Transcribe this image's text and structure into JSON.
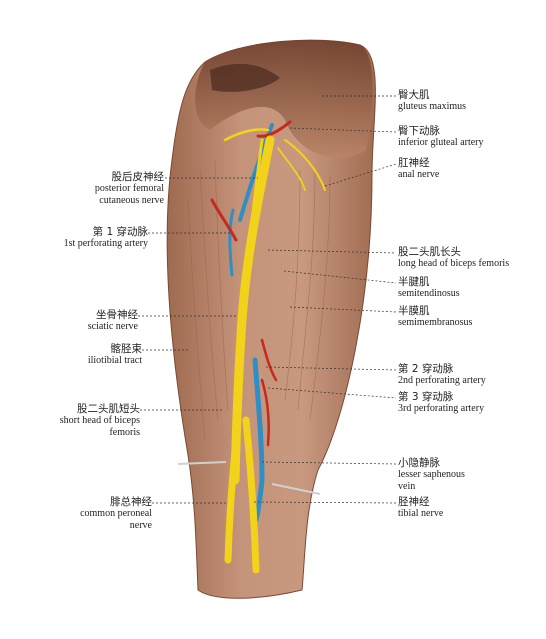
{
  "labels": {
    "gluteus_maximus": {
      "zh": "臀大肌",
      "en": "gluteus maximus"
    },
    "inferior_gluteal_artery": {
      "zh": "臀下动脉",
      "en": "inferior gluteal artery"
    },
    "anal_nerve": {
      "zh": "肛神经",
      "en": "anal nerve"
    },
    "posterior_femoral_cutaneous_nerve": {
      "zh": "股后皮神经",
      "en1": "posterior femoral",
      "en2": "cutaneous nerve"
    },
    "first_perforating_artery": {
      "zh": "第 1 穿动脉",
      "en": "1st perforating artery"
    },
    "long_head_biceps": {
      "zh": "股二头肌长头",
      "en": "long head of biceps femoris"
    },
    "semitendinosus": {
      "zh": "半腱肌",
      "en": "semitendinosus"
    },
    "semimembranosus": {
      "zh": "半膜肌",
      "en": "semimembranosus"
    },
    "sciatic_nerve": {
      "zh": "坐骨神经",
      "en": "sciatic nerve"
    },
    "iliotibial_tract": {
      "zh": "髂胫束",
      "en": "iliotibial tract"
    },
    "second_perforating_artery": {
      "zh": "第 2 穿动脉",
      "en": "2nd perforating artery"
    },
    "third_perforating_artery": {
      "zh": "第 3 穿动脉",
      "en": "3rd perforating artery"
    },
    "short_head_biceps": {
      "zh": "股二头肌短头",
      "en1": "short head of biceps",
      "en2": "femoris"
    },
    "lesser_saphenous_vein": {
      "zh": "小隐静脉",
      "en1": "lesser saphenous",
      "en2": "vein"
    },
    "common_peroneal_nerve": {
      "zh": "腓总神经",
      "en1": "common peroneal",
      "en2": "nerve"
    },
    "tibial_nerve": {
      "zh": "胫神经",
      "en": "tibial nerve"
    }
  },
  "colors": {
    "muscle": "#b9876a",
    "muscle_dark": "#8e5a42",
    "nerve": "#f2d21a",
    "artery": "#c62a1e",
    "vein": "#2f8fc4",
    "leader": "#333333"
  }
}
